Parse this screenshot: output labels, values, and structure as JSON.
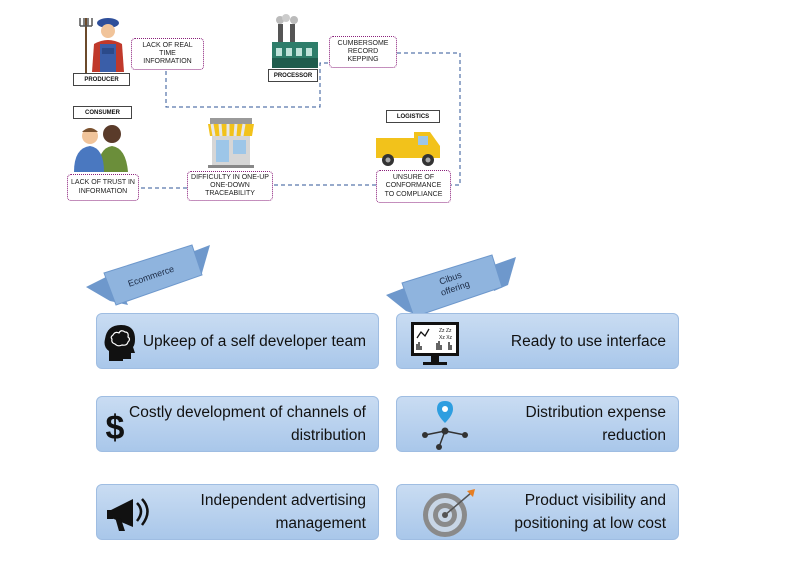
{
  "actors": {
    "producer": "PRODUCER",
    "processor": "PROCESSOR",
    "consumer": "CONSUMER",
    "logistics": "LOGISTICS"
  },
  "issues": {
    "real_time": [
      "LACK OF REAL TIME",
      "INFORMATION"
    ],
    "record_keeping": [
      "CUMBERSOME",
      "RECORD KEPPING"
    ],
    "trust": [
      "LACK OF TRUST IN",
      "INFORMATION"
    ],
    "traceability": [
      "DIFFICULTY IN ONE-UP",
      "ONE-DOWN",
      "TRACEABILITY"
    ],
    "compliance": [
      "UNSURE OF",
      "CONFORMANCE",
      "TO COMPLIANCE"
    ]
  },
  "banners": {
    "left": "Ecommerce",
    "right": [
      "Cibus",
      "offering"
    ]
  },
  "cards": {
    "left": [
      {
        "icon": "brain-head-icon",
        "lines": [
          "Upkeep of a self developer team"
        ]
      },
      {
        "icon": "dollar-icon",
        "lines": [
          "Costly development of channels of",
          "distribution"
        ]
      },
      {
        "icon": "megaphone-icon",
        "lines": [
          "Independent advertising",
          "management"
        ]
      }
    ],
    "right": [
      {
        "icon": "monitor-icon",
        "lines": [
          "Ready to use interface"
        ]
      },
      {
        "icon": "distribution-pin-icon",
        "lines": [
          "Distribution expense",
          "reduction"
        ]
      },
      {
        "icon": "target-icon",
        "lines": [
          "Product visibility and",
          "positioning at low cost"
        ]
      }
    ]
  },
  "colors": {
    "card_fill": "#b9d2ee",
    "banner_fill": "#8fb4de",
    "connector": "#2f5597",
    "issue_border": "#8a1f7a"
  }
}
